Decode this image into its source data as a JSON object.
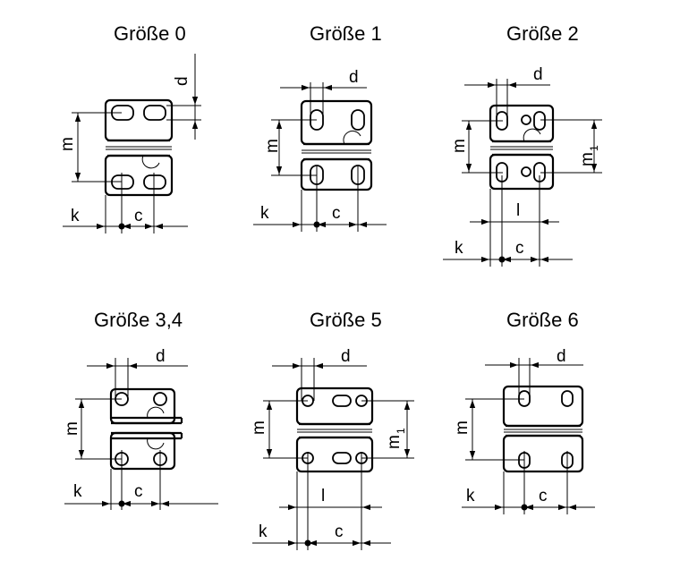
{
  "diagram": {
    "panels": [
      {
        "title": "Größe 0",
        "labels": {
          "d": "d",
          "m": "m",
          "k": "k",
          "c": "c"
        }
      },
      {
        "title": "Größe 1",
        "labels": {
          "d": "d",
          "m": "m",
          "k": "k",
          "c": "c"
        }
      },
      {
        "title": "Größe 2",
        "labels": {
          "d": "d",
          "m": "m",
          "m1": "m",
          "m1_sub": "1",
          "l": "l",
          "k": "k",
          "c": "c"
        }
      },
      {
        "title": "Größe 3,4",
        "labels": {
          "d": "d",
          "m": "m",
          "k": "k",
          "c": "c"
        }
      },
      {
        "title": "Größe 5",
        "labels": {
          "d": "d",
          "m": "m",
          "m1": "m",
          "m1_sub": "1",
          "l": "l",
          "k": "k",
          "c": "c"
        }
      },
      {
        "title": "Größe 6",
        "labels": {
          "d": "d",
          "m": "m",
          "k": "k",
          "c": "c"
        }
      }
    ]
  }
}
